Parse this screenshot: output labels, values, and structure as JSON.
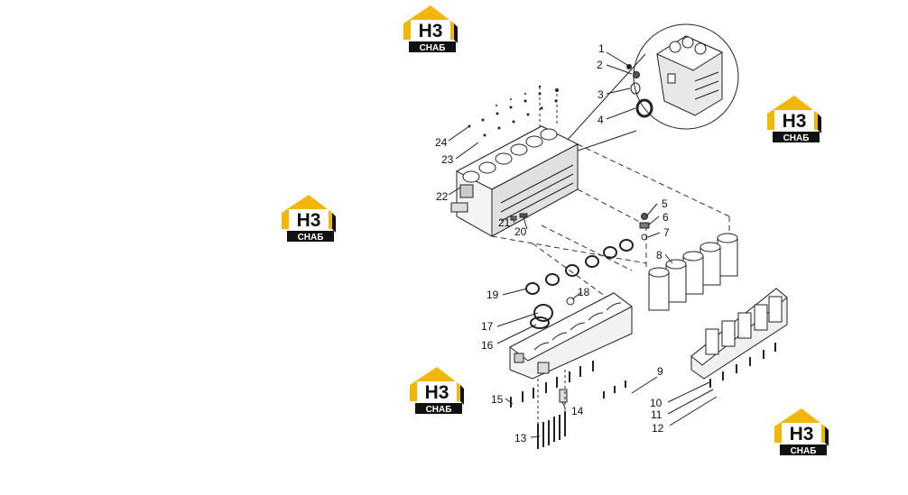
{
  "logo": {
    "big": "H3",
    "small": "СНАБ",
    "accent": "#f2b705",
    "dark": "#111111"
  },
  "callouts": [
    "1",
    "2",
    "3",
    "4",
    "5",
    "6",
    "7",
    "8",
    "9",
    "10",
    "11",
    "12",
    "13",
    "14",
    "15",
    "16",
    "17",
    "18",
    "19",
    "20",
    "21",
    "22",
    "23",
    "24"
  ],
  "colors": {
    "line": "#222222",
    "fill": "#ffffff",
    "shade": "#cccccc"
  }
}
